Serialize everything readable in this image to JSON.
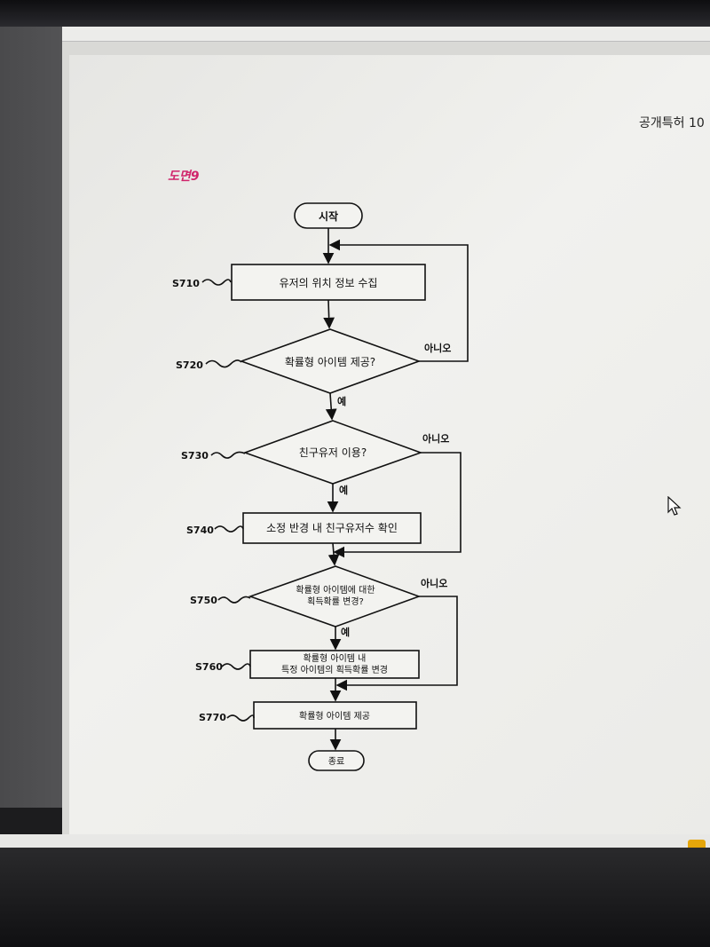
{
  "document": {
    "header": "공개특허 10",
    "figure_label": "도면9"
  },
  "flowchart": {
    "start": "시작",
    "end": "종료",
    "steps": [
      {
        "id": "S710",
        "text": "유저의 위치 정보 수집"
      },
      {
        "id": "S720",
        "text": "확률형 아이템 제공?"
      },
      {
        "id": "S730",
        "text": "친구유저 이용?"
      },
      {
        "id": "S740",
        "text": "소정 반경 내 친구유저수 확인"
      },
      {
        "id": "S750",
        "line1": "확률형 아이템에 대한",
        "line2": "획득확률 변경?"
      },
      {
        "id": "S760",
        "line1": "확률형 아이템 내",
        "line2": "특정 아이템의 획득확률 변경"
      },
      {
        "id": "S770",
        "text": "확률형 아이템 제공"
      }
    ],
    "yes": "예",
    "no": "아니오"
  }
}
